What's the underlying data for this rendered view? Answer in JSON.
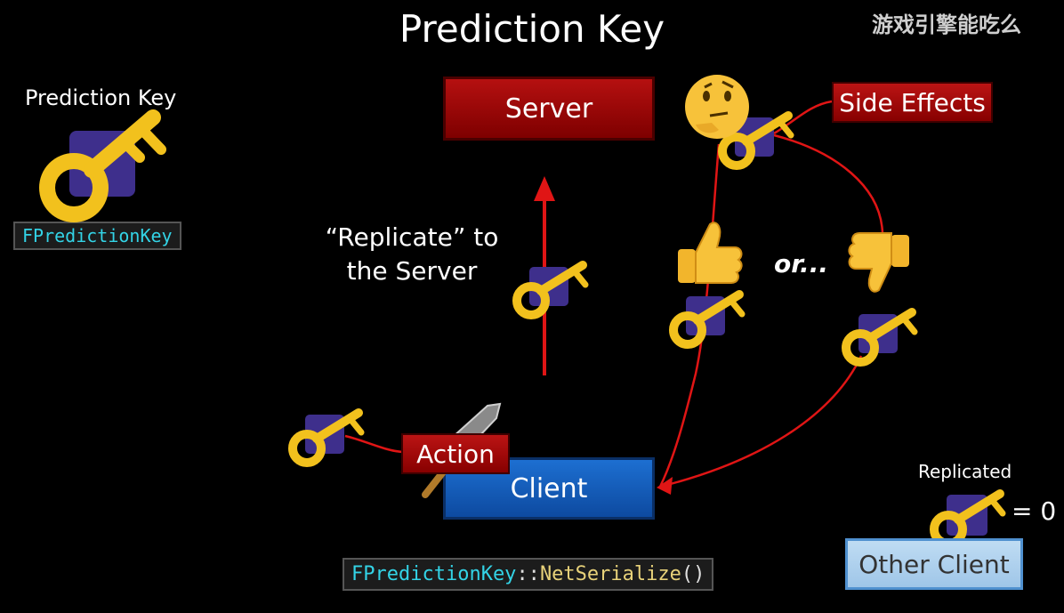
{
  "title": "Prediction Key",
  "watermark": "游戏引擎能吃么",
  "legend": {
    "label": "Prediction Key",
    "code": "FPredictionKey"
  },
  "nodes": {
    "server": "Server",
    "client": "Client",
    "side_effects": "Side Effects",
    "action": "Action",
    "other_client": "Other Client"
  },
  "replicate_text": [
    "“Replicate” to",
    "the Server"
  ],
  "or_text": "or...",
  "replicated_label": "Replicated",
  "equals_zero": "= 0",
  "code_bottom": {
    "class_name": "FPredictionKey",
    "separator": "::",
    "method": "NetSerialize",
    "parens": "()"
  },
  "emojis": {
    "thinking": "thinking-face",
    "thumbs_up": "thumbs-up",
    "thumbs_down": "thumbs-down",
    "sword": "sword"
  },
  "colors": {
    "key_gold": "#f2c11d",
    "key_square": "#3e2f8c",
    "arrow_red": "#e01515",
    "code_cyan": "#33d3e6"
  }
}
